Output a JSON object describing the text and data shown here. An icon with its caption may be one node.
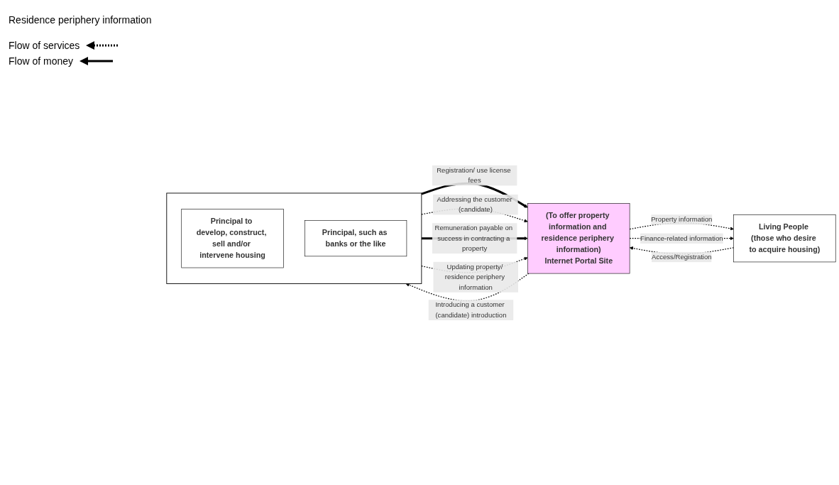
{
  "diagram": {
    "nodes": [
      {
        "text": [
          "Living People (those who desire to acquire housing)"
        ]
      },
      {
        "text": [
          "(To offer property information and residence periphery information)",
          "Internet Portal Site"
        ]
      },
      {
        "text": [],
        "shape": "box"
      },
      {
        "text": [
          "Principal to develop, construct, sell and/or intervene housing"
        ],
        "in": 2
      },
      {
        "text": [
          "Principal, such as banks or the like"
        ],
        "in": 2
      }
    ],
    "edges": [
      {
        "from": 0,
        "to": 1,
        "arrow": "to",
        "label": "Access/Registration",
        "style": "dashed"
      },
      {
        "from": 1,
        "to": 0,
        "arrow": "to",
        "label": "Property information",
        "style": "dashed"
      },
      {
        "from": 1,
        "to": 0,
        "arrow": "to",
        "label": "Finance-related information",
        "style": "dashed"
      },
      {
        "from": 2,
        "to": 1,
        "arrow": "to",
        "label": "Registration/ use license fees",
        "style": "thick"
      },
      {
        "from": 1,
        "to": 2,
        "arrow": "to",
        "label": "Introducing a customer (candidate) introduction",
        "style": "dashed"
      },
      {
        "from": 2,
        "to": 1,
        "arrow": "to",
        "label": "Addressing the customer (candidate)",
        "style": "dashed"
      },
      {
        "from": 2,
        "to": 1,
        "arrow": "to",
        "label": "Remuneration payable on success in contracting a property",
        "style": "thick"
      },
      {
        "from": 2,
        "to": 1,
        "arrow": "to",
        "label": "Updating property/ residence periphery information",
        "style": "dashed"
      }
    ],
    "labels": [
      "Residence periphery information"
    ],
    "legend": [
      {
        "text": "Flow of services"
      },
      {
        "text": "Flow of money"
      }
    ]
  }
}
